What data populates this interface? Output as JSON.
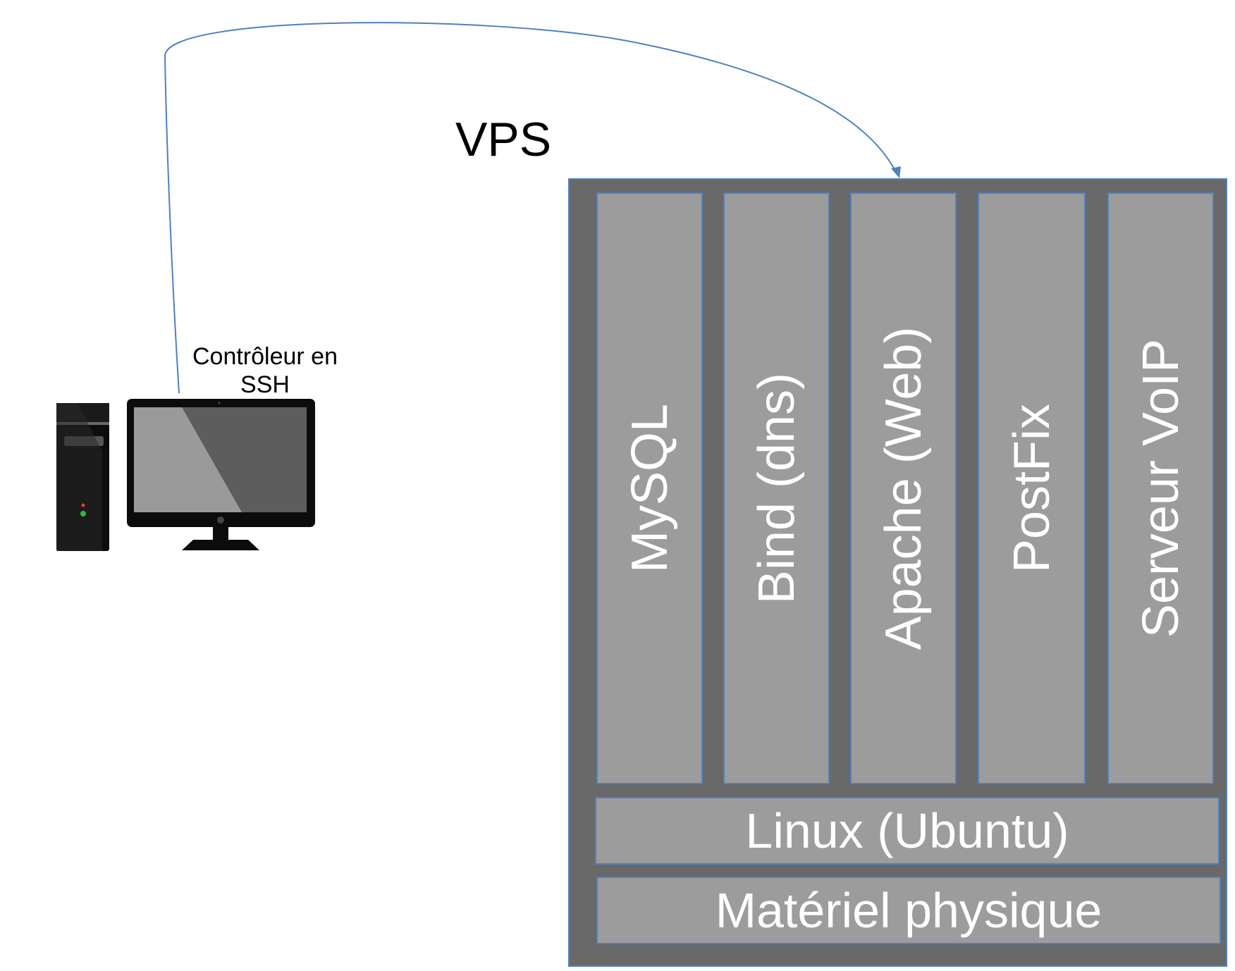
{
  "diagram": {
    "vps_label": "VPS",
    "controller_label": "Contrôleur en SSH",
    "services": [
      {
        "label": "MySQL"
      },
      {
        "label": "Bind (dns)"
      },
      {
        "label": "Apache (Web)"
      },
      {
        "label": "PostFix"
      },
      {
        "label": "Serveur VoIP"
      }
    ],
    "os_layer": "Linux (Ubuntu)",
    "hardware_layer": "Matériel physique",
    "icons": [
      "computer-tower-icon",
      "monitor-icon"
    ]
  },
  "colors": {
    "vps_background": "#696969",
    "block_fill": "#9c9c9c",
    "block_border": "#4f81bd",
    "connector": "#4f81bd",
    "block_text": "#ffffff"
  }
}
